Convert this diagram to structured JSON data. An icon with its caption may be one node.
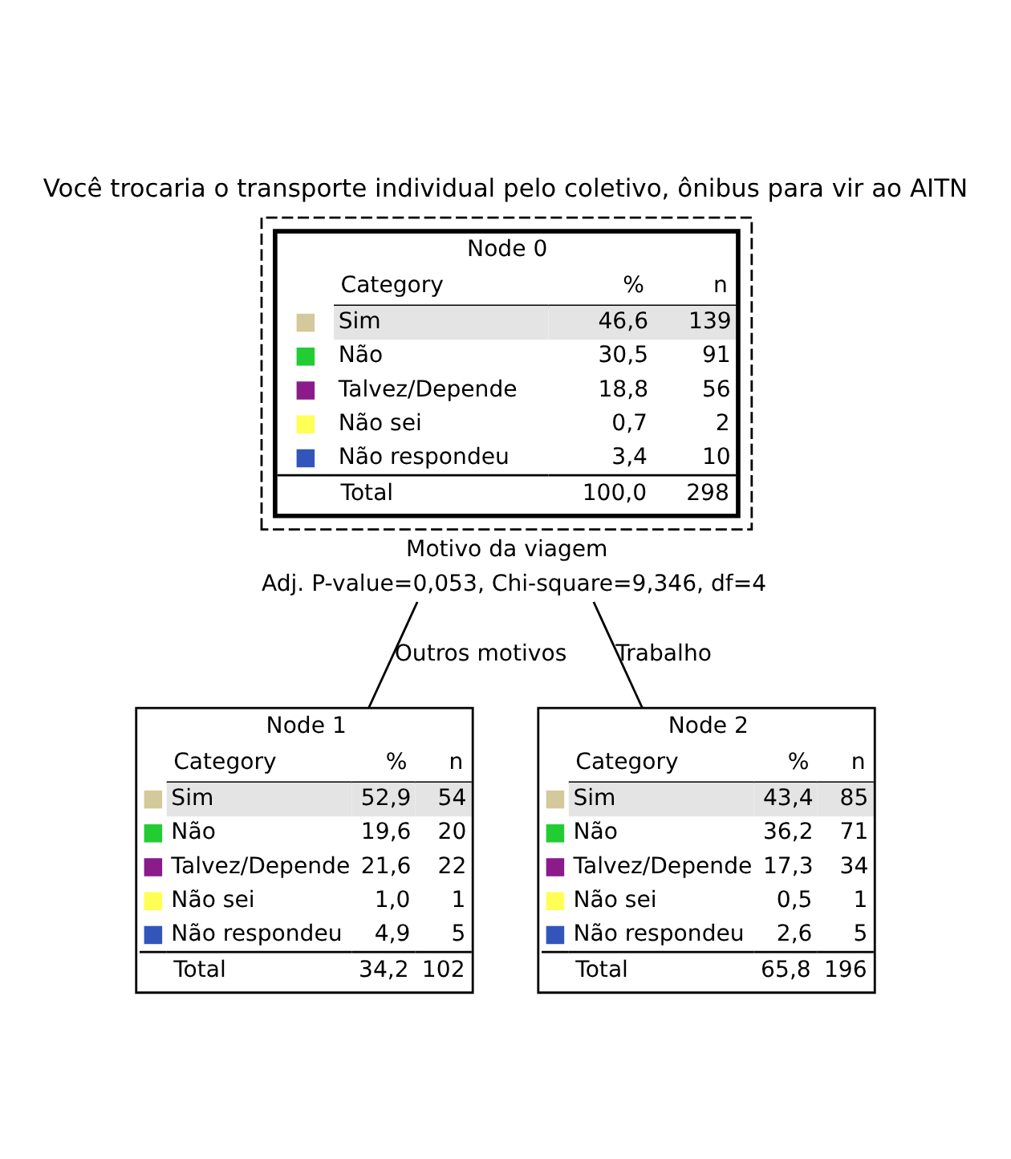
{
  "diagram": {
    "title": "Você trocaria o transporte individual pelo coletivo, ônibus para vir ao AITN",
    "nodes": [
      {
        "text": [
          "Node 0",
          "Category",
          "%",
          "n",
          "Sim",
          "46,6",
          "139",
          "Não",
          "30,5",
          "91",
          "Talvez/Depende",
          "18,8",
          "56",
          "Não sei",
          "0,7",
          "2",
          "Não respondeu",
          "3,4",
          "10",
          "Total",
          "100,0",
          "298"
        ],
        "beside": [
          "Motivo da viagem",
          "Adj. P-value=0,053, Chi-square=9,346, df=4"
        ]
      },
      {
        "text": [
          "Node 1",
          "Category",
          "%",
          "n",
          "Sim",
          "52,9",
          "54",
          "Não",
          "19,6",
          "20",
          "Talvez/Depende",
          "21,6",
          "22",
          "Não sei",
          "1,0",
          "1",
          "Não respondeu",
          "4,9",
          "5",
          "Total",
          "34,2",
          "102"
        ]
      },
      {
        "text": [
          "Node 2",
          "Category",
          "%",
          "n",
          "Sim",
          "43,4",
          "85",
          "Não",
          "36,2",
          "71",
          "Talvez/Depende",
          "17,3",
          "34",
          "Não sei",
          "0,5",
          "1",
          "Não respondeu",
          "2,6",
          "5",
          "Total",
          "65,8",
          "196"
        ]
      }
    ],
    "edges": [
      {
        "from": 0,
        "to": 1,
        "arrow": "none",
        "label": "Outros motivos"
      },
      {
        "from": 0,
        "to": 2,
        "arrow": "none",
        "label": "Trabalho"
      }
    ]
  }
}
